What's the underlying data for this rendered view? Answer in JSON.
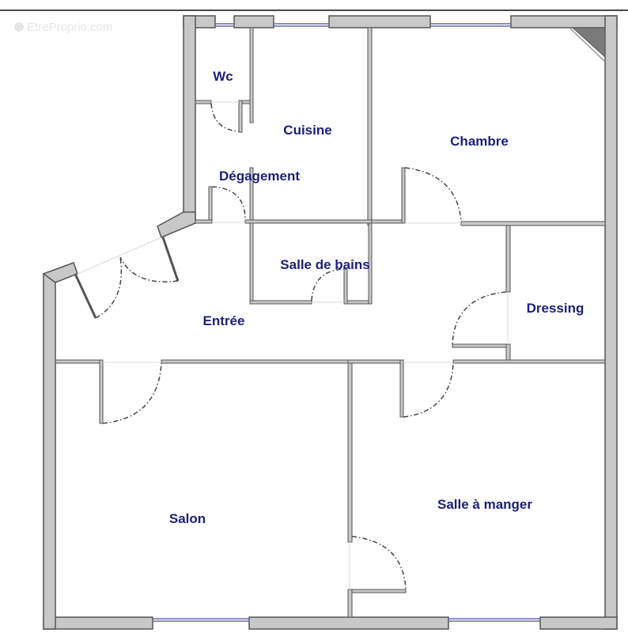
{
  "watermark": {
    "text": "EtreProprio.com"
  },
  "colors": {
    "wall_fill": "#c8c8c8",
    "wall_stroke": "#555555",
    "label": "#1a1f7a",
    "window": "#6a6aa8",
    "door_arc": "#444444",
    "corner_fill": "#7a7a7a"
  },
  "rooms": {
    "wc": {
      "label": "Wc"
    },
    "cuisine": {
      "label": "Cuisine"
    },
    "chambre": {
      "label": "Chambre"
    },
    "degagement": {
      "label": "Dégagement"
    },
    "salle_de_bains": {
      "label": "Salle de bains"
    },
    "entree": {
      "label": "Entrée"
    },
    "dressing": {
      "label": "Dressing"
    },
    "salon": {
      "label": "Salon"
    },
    "salle_a_manger": {
      "label": "Salle à manger"
    }
  }
}
